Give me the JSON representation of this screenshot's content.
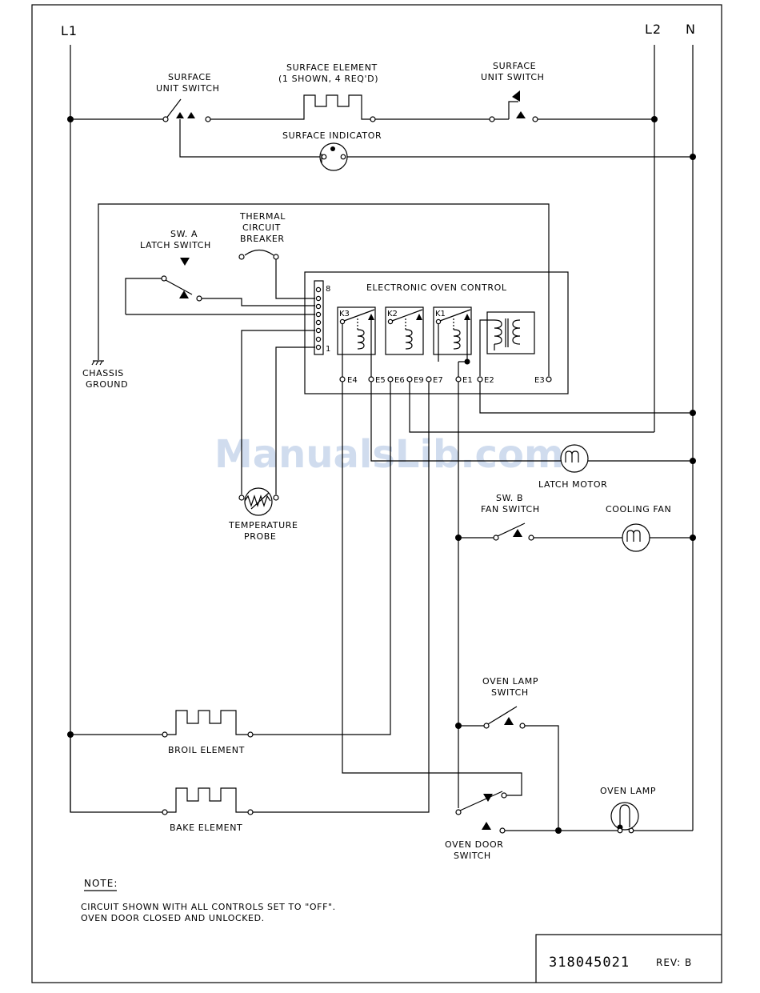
{
  "rails": {
    "l1": "L1",
    "l2": "L2",
    "n": "N"
  },
  "surface": {
    "switch_left_label": [
      "SURFACE",
      "UNIT SWITCH"
    ],
    "element_label": [
      "SURFACE ELEMENT",
      "(1 SHOWN, 4 REQ'D)"
    ],
    "switch_right_label": [
      "SURFACE",
      "UNIT SWITCH"
    ],
    "indicator_label": "SURFACE INDICATOR"
  },
  "latch": {
    "sw_a_label": [
      "SW. A",
      "LATCH SWITCH"
    ],
    "breaker_label": [
      "THERMAL",
      "CIRCUIT",
      "BREAKER"
    ],
    "chassis_label": [
      "CHASSIS",
      "GROUND"
    ]
  },
  "control": {
    "title": "ELECTRONIC OVEN CONTROL",
    "pin_top": "8",
    "pin_bottom": "1",
    "relays": [
      "K3",
      "K2",
      "K1"
    ],
    "terminals": [
      "E4",
      "E5",
      "E6",
      "E9",
      "E7",
      "E1",
      "E2",
      "E3"
    ]
  },
  "probe_label": [
    "TEMPERATURE",
    "PROBE"
  ],
  "latch_motor_label": "LATCH MOTOR",
  "fan": {
    "switch_label": [
      "SW. B",
      "FAN SWITCH"
    ],
    "fan_label": "COOLING FAN"
  },
  "oven_lamp": {
    "switch_label": [
      "OVEN LAMP",
      "SWITCH"
    ],
    "lamp_label": "OVEN LAMP"
  },
  "door_switch_label": [
    "OVEN DOOR",
    "SWITCH"
  ],
  "broil_label": "BROIL ELEMENT",
  "bake_label": "BAKE ELEMENT",
  "note": {
    "heading": "NOTE:",
    "lines": [
      "CIRCUIT SHOWN WITH ALL CONTROLS SET TO \"OFF\".",
      "OVEN DOOR CLOSED AND UNLOCKED."
    ]
  },
  "part_number": "318045021",
  "revision": "REV: B",
  "watermark": "ManualsLib.com"
}
